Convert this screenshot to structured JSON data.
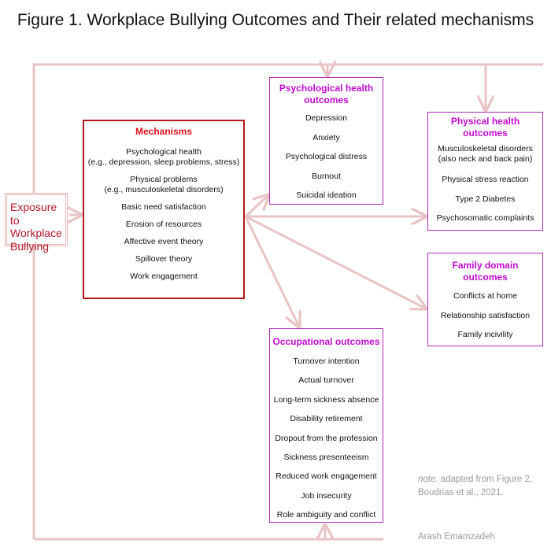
{
  "title": "Figure 1. Workplace Bullying Outcomes and Their related mechanisms",
  "exposure": {
    "lines": [
      "Exposure to",
      "Workplace",
      "Bullying"
    ]
  },
  "mechanisms": {
    "heading": "Mechanisms",
    "items": [
      "Psychological health",
      "(e.g., depression, sleep problems, stress)",
      "Physical problems",
      "(e.g., musculoskeletal disorders)",
      "Basic need satisfaction",
      "Erosion of resources",
      "Affective event theory",
      "Spillover theory",
      "Work engagement"
    ]
  },
  "psychological_outcomes": {
    "heading_lines": [
      "Psychological health",
      "outcomes"
    ],
    "items": [
      "Depression",
      "Anxiety",
      "Psychological distress",
      "Burnout",
      "Suicidal ideation"
    ]
  },
  "physical_outcomes": {
    "heading_lines": [
      "Physical health",
      "outcomes"
    ],
    "items": [
      "Musculoskeletal disorders",
      "(also neck and back pain)",
      "Physical stress reaction",
      "Type 2 Diabetes",
      "Psychosomatic complaints"
    ]
  },
  "family_outcomes": {
    "heading_lines": [
      "Family domain",
      "outcomes"
    ],
    "items": [
      "Conflicts at home",
      "Relationship satisfaction",
      "Family incivility"
    ]
  },
  "occupational_outcomes": {
    "heading": "Occupational outcomes",
    "items": [
      "Turnover intention",
      "Actual turnover",
      "Long-term sickness absence",
      "Disability retirement",
      "Dropout from the profession",
      "Sickness presenteeism",
      "Reduced work engagement",
      "Job insecurity",
      "Role ambiguity and conflict"
    ]
  },
  "note": {
    "prefix": "note.",
    "text": " adapted from Figure 2,",
    "line2": "Boudrias et al., 2021."
  },
  "author": "Arash Emamzadeh",
  "colors": {
    "connector": "#e8c4c4",
    "mechanisms_border": "#b11a1a",
    "mechanisms_heading": "#e0101a",
    "outcome_border": "#b02ab8",
    "outcome_heading": "#c00bd0",
    "exposure_text": "#b0182a"
  }
}
